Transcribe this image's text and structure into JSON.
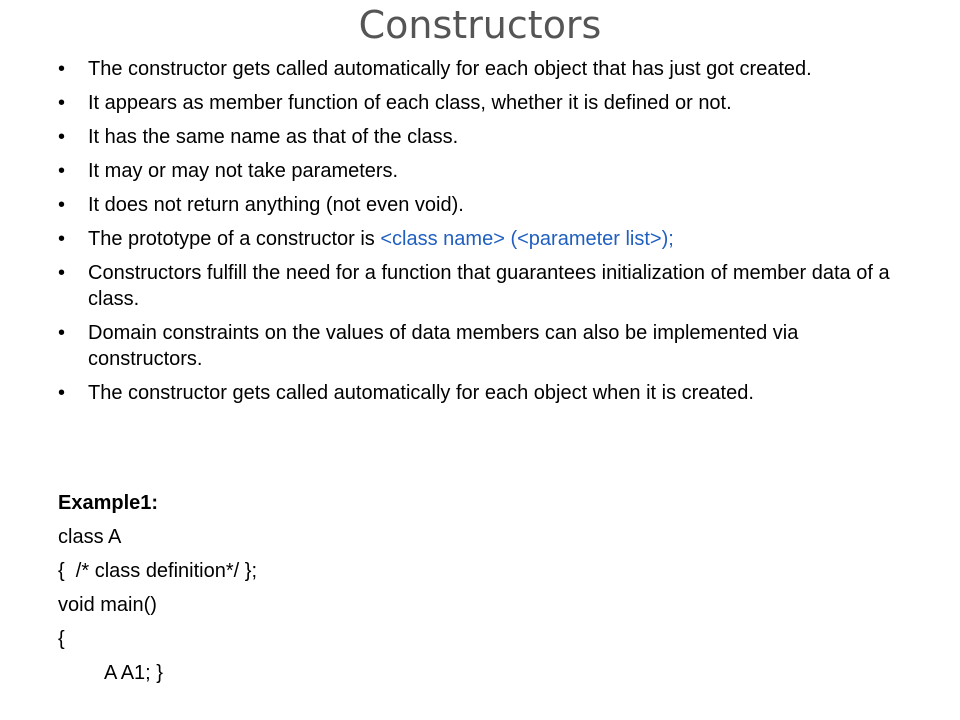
{
  "title": "Constructors",
  "bullet_glyph": "•",
  "bullets": [
    "The constructor gets called automatically for each object that has just got created.",
    "It appears as member function of each class, whether it is defined or not.",
    "It has the same name as that of the class.",
    "It may or may not take parameters.",
    "It does not return anything (not even void).",
    "The prototype of a constructor is ",
    "Constructors fulfill the need for a function that guarantees initialization of member data of a class.",
    "Domain constraints on the values of data members can also be implemented via constructors.",
    "The constructor gets called automatically for each object when it is created."
  ],
  "prototype_code": "<class name> (<parameter list>);",
  "accent_color": "#1f5fbf",
  "example": {
    "heading": "Example1:",
    "lines": [
      "class A",
      "{  /* class definition*/ };",
      "void main()",
      "{",
      "A A1; }"
    ]
  }
}
